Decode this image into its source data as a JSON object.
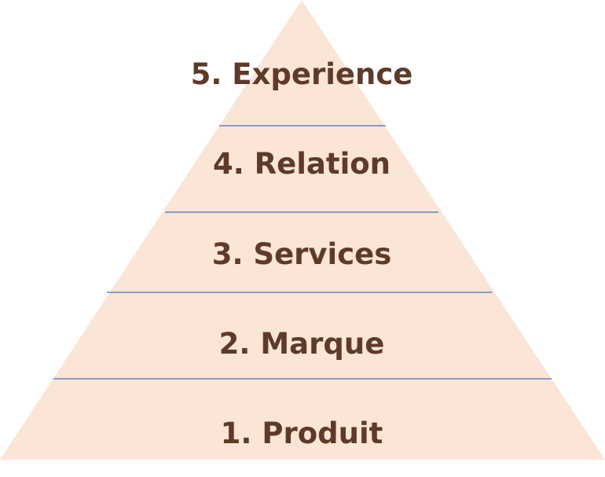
{
  "pyramid": {
    "fill_color": "#fbe5d6",
    "divider_color": "#4472c4",
    "text_color": "#5e3a2a",
    "levels": [
      {
        "label": "5. Experience"
      },
      {
        "label": "4. Relation"
      },
      {
        "label": "3. Services"
      },
      {
        "label": "2. Marque"
      },
      {
        "label": "1. Produit"
      }
    ]
  }
}
